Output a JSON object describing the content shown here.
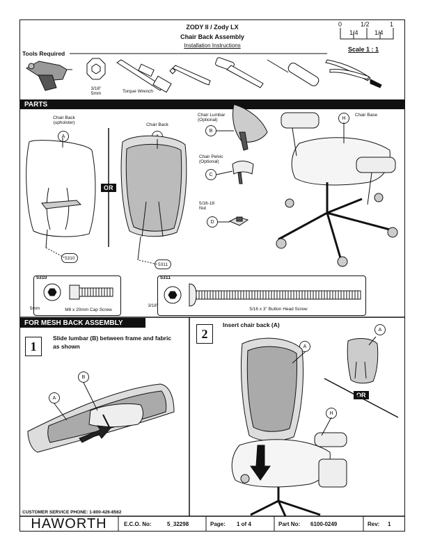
{
  "header": {
    "title": "ZODY II / Zody LX",
    "subtitle": "Chair Back Assembly",
    "doc_type": "Installation Instructions",
    "scale_ticks_top": [
      "0",
      "1/2",
      "1"
    ],
    "scale_ticks_bottom": [
      "1/4",
      "1/4"
    ],
    "scale_label": "Scale 1 : 1"
  },
  "tools": {
    "heading": "Tools Required",
    "socket_size_in": "3/16\"",
    "socket_size_mm": "5mm",
    "torque_wrench": "Torque Wrench"
  },
  "parts": {
    "heading": "PARTS",
    "chair_back_upholster": "Chair Back\n(upholster)",
    "chair_back": "Chair Back",
    "chair_lumbar": "Chair Lumbar\n(Optional)",
    "chair_pelvic": "Chair Pelvic\n(Optional)",
    "nut": "5/16-18\nNut",
    "chair_base": "Chair Base",
    "or_label": "OR",
    "letters": {
      "a": "A",
      "b": "B",
      "c": "C",
      "d": "D",
      "h": "H"
    },
    "part_numbers": {
      "s5310": "5310",
      "s5311": "5311"
    },
    "screw_5310": {
      "size": "5mm",
      "desc": "M8 x 20mm Cap Screw"
    },
    "screw_5311": {
      "size": "3/16\"",
      "desc": "5/16 x 3\" Button Head Screw"
    }
  },
  "mesh_section": {
    "heading": "FOR MESH BACK ASSEMBLY ONLY",
    "step1_number": "1",
    "step1_text": "Slide lumbar (B) between frame and fabric as shown",
    "step2_number": "2",
    "step2_text": "Insert chair back (A)",
    "or_label": "OR"
  },
  "footer": {
    "phone": "CUSTOMER SERVICE PHONE: 1-800-426-8562",
    "brand": "HAWORTH",
    "eco_label": "E.C.O. No:",
    "eco_value": "5_32298",
    "page_label": "Page:",
    "page_value": "1 of 4",
    "part_label": "Part No:",
    "part_value": "6100-0249",
    "rev_label": "Rev:",
    "rev_value": "1"
  }
}
